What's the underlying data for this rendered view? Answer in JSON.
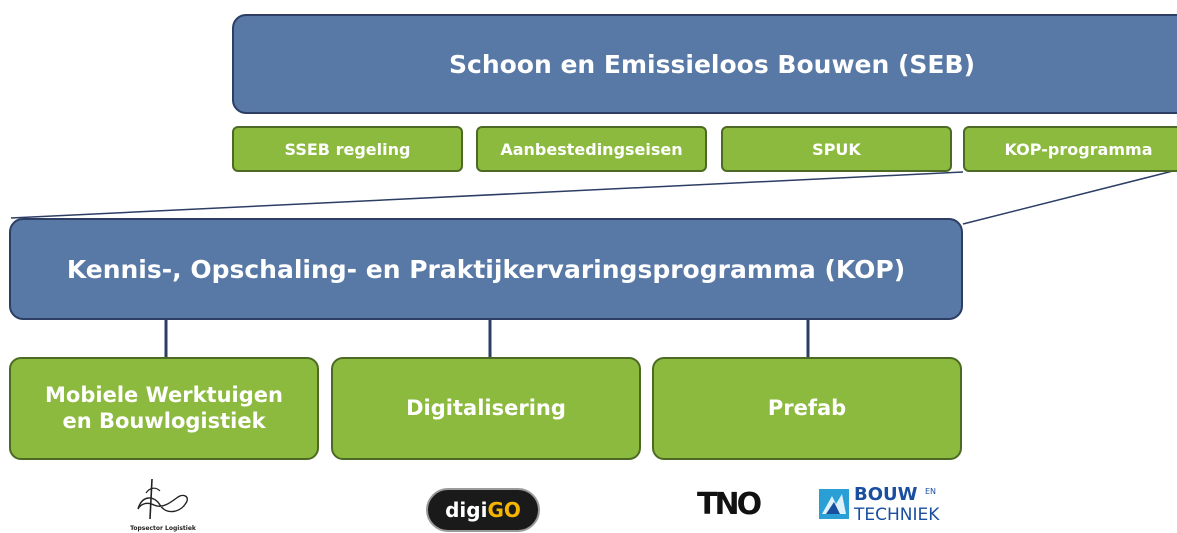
{
  "colors": {
    "blue_fill": "#5878a5",
    "blue_border": "#2c3e64",
    "green_fill": "#8cba3e",
    "green_border": "#4c6a24",
    "connector": "#2c3e64"
  },
  "top_program": {
    "title": "Schoon en Emissieloos Bouwen (SEB)",
    "instruments": [
      "SSEB regeling",
      "Aanbestedingseisen",
      "SPUK",
      "KOP-programma"
    ]
  },
  "kop_program": {
    "title": "Kennis-, Opschaling- en Praktijkervaringsprogramma (KOP)",
    "tracks": [
      "Mobiele Werktuigen en Bouwlogistiek",
      "Digitalisering",
      "Prefab"
    ]
  },
  "logos": {
    "topsector": {
      "icon": "topsector-logistiek-logo",
      "text": "Topsector Logistiek"
    },
    "digigo": {
      "icon": "digigo-logo",
      "text_a": "digi",
      "text_b": "GO"
    },
    "tno": {
      "icon": "tno-logo",
      "text": "TNO"
    },
    "bouw_techniek": {
      "icon": "bouw-en-techniek-logo",
      "text_a": "BOUW",
      "text_en": "EN",
      "text_b": "TECHNIEK"
    }
  }
}
